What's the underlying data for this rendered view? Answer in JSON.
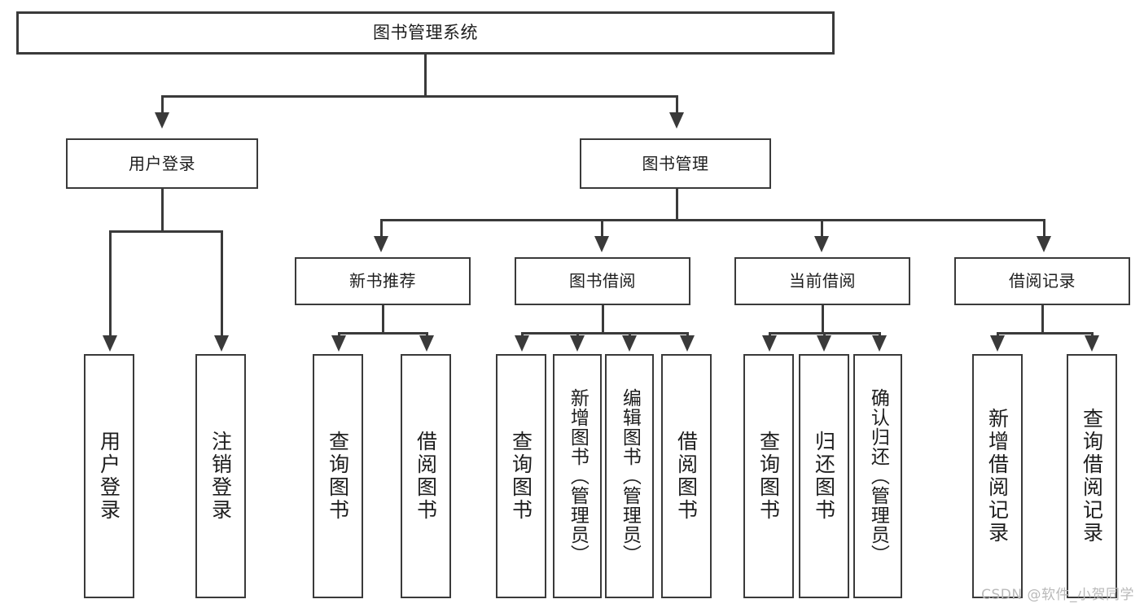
{
  "diagram": {
    "title": "图书管理系统",
    "type": "tree",
    "root": {
      "label": "图书管理系统"
    },
    "level1": [
      {
        "label": "用户登录"
      },
      {
        "label": "图书管理"
      }
    ],
    "level2": [
      {
        "label": "新书推荐"
      },
      {
        "label": "图书借阅"
      },
      {
        "label": "当前借阅"
      },
      {
        "label": "借阅记录"
      }
    ],
    "leaves": {
      "user_login": [
        {
          "label": "用户登录"
        },
        {
          "label": "注销登录"
        }
      ],
      "new_book_recommend": [
        {
          "label": "查询图书"
        },
        {
          "label": "借阅图书"
        }
      ],
      "book_borrow": [
        {
          "label": "查询图书"
        },
        {
          "label": "新增图书（管理员）"
        },
        {
          "label": "编辑图书（管理员）"
        },
        {
          "label": "借阅图书"
        }
      ],
      "current_borrow": [
        {
          "label": "查询图书"
        },
        {
          "label": "归还图书"
        },
        {
          "label": "确认归还（管理员）"
        }
      ],
      "borrow_record": [
        {
          "label": "新增借阅记录"
        },
        {
          "label": "查询借阅记录"
        }
      ]
    }
  },
  "watermark": {
    "text": "CSDN @软件_小贺同学"
  },
  "colors": {
    "stroke": "#3a3a3a",
    "background": "#ffffff",
    "text": "#1d1d1d",
    "watermark": "#b9b9b9"
  }
}
